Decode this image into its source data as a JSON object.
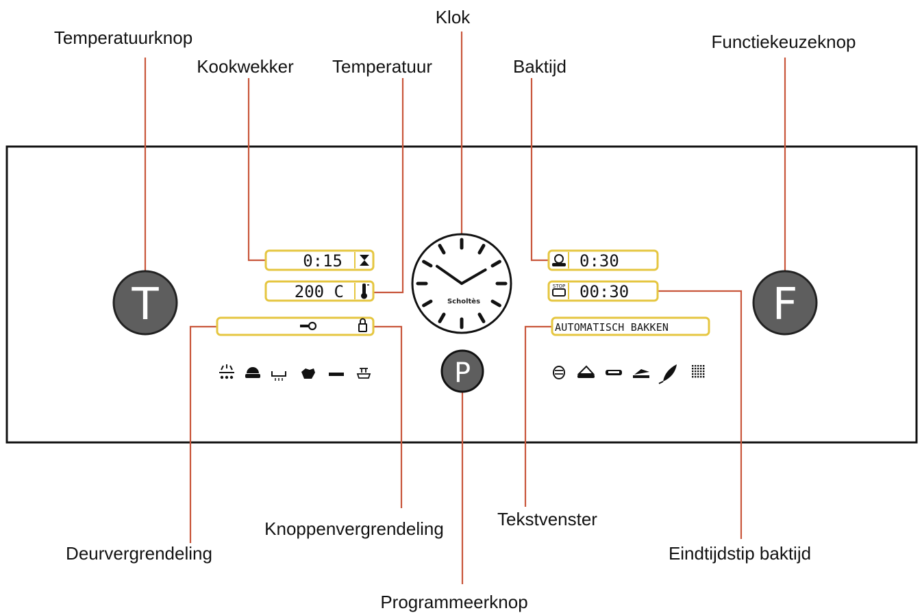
{
  "labels": {
    "klok": "Klok",
    "temperatuurknop": "Temperatuurknop",
    "kookwekker": "Kookwekker",
    "temperatuur": "Temperatuur",
    "baktijd": "Baktijd",
    "functiekeuzeknop": "Functiekeuzeknop",
    "deurvergrendeling": "Deurvergrendeling",
    "knoppenvergrendeling": "Knoppenvergrendeling",
    "programmeerknop": "Programmeerknop",
    "tekstvenster": "Tekstvenster",
    "eindtijdstip_baktijd": "Eindtijdstip baktijd"
  },
  "knobs": {
    "left": "T",
    "right": "F",
    "center": "P"
  },
  "displays": {
    "timer": "0:15",
    "temperature": "200 C",
    "cook_time": "0:30",
    "end_time": "00:30",
    "stop_badge": "STOP",
    "text_window": "AUTOMATISCH  BAKKEN"
  },
  "clock": {
    "brand": "Scholtès",
    "hour": 10,
    "minute": 10
  },
  "icons_left": [
    "grill-fan-icon",
    "oven-dish-icon",
    "bottom-heat-icon",
    "cake-icon",
    "bottom-element-icon",
    "top-rack-icon"
  ],
  "icons_right": [
    "defrost-icon",
    "bowl-icon",
    "grill-element-icon",
    "meat-icon",
    "leaf-icon",
    "grid-dots-icon"
  ],
  "colors": {
    "leader": "#c8553a",
    "display_border": "#e5c640",
    "knob": "#5e5e5e"
  }
}
